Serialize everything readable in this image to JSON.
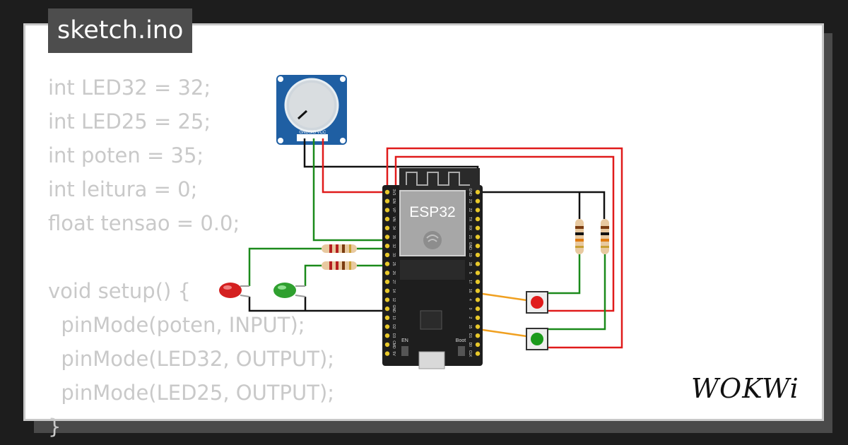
{
  "title": "sketch.ino",
  "code_lines": [
    "int LED32 = 32;",
    "int LED25 = 25;",
    "int poten = 35;",
    "int leitura = 0;",
    "float tensao = 0.0;",
    "",
    "void setup() {",
    "  pinMode(poten, INPUT);",
    "  pinMode(LED32, OUTPUT);",
    "  pinMode(LED25, OUTPUT);",
    "}"
  ],
  "board": {
    "label": "ESP32",
    "left_pins": [
      "3V3",
      "EN",
      "VP",
      "VN",
      "34",
      "35",
      "32",
      "33",
      "25",
      "26",
      "27",
      "14",
      "12",
      "GND",
      "13",
      "D2",
      "D3",
      "CMD",
      "5V"
    ],
    "right_pins": [
      "GND",
      "23",
      "22",
      "TX",
      "RX",
      "21",
      "GND",
      "19",
      "18",
      "5",
      "17",
      "16",
      "4",
      "0",
      "2",
      "15",
      "D1",
      "D0",
      "CLK"
    ],
    "buttons": [
      "EN",
      "Boot"
    ]
  },
  "potentiometer": {
    "pins": [
      "GND",
      "SIG",
      "VCC"
    ]
  },
  "logo": "WOKWi",
  "colors": {
    "wire_red": "#e01b1b",
    "wire_green": "#1b8a1b",
    "wire_black": "#111111",
    "wire_orange": "#f0a020",
    "board": "#1e1e1e",
    "pot_module": "#1f5fa3"
  }
}
